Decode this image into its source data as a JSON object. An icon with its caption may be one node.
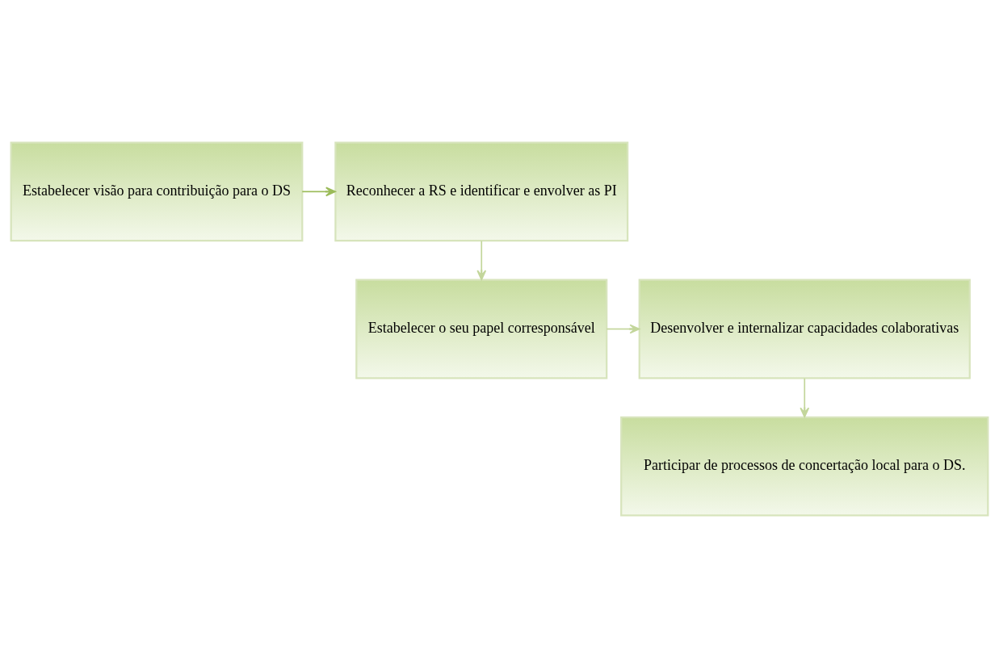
{
  "diagram": {
    "nodes": [
      {
        "text": [
          "Estabelecer visão para contribuição para o DS"
        ]
      },
      {
        "text": [
          "Reconhecer a RS e identificar e envolver as PI"
        ]
      },
      {
        "text": [
          "Estabelecer o seu papel corresponsável"
        ]
      },
      {
        "text": [
          "Desenvolver e internalizar capacidades colaborativas"
        ]
      },
      {
        "text": [
          "Participar de processos de concertação local para o DS."
        ]
      }
    ],
    "edges": [
      {
        "from": 0,
        "to": 1,
        "arrow": "to",
        "color": "#9bbb59"
      },
      {
        "from": 1,
        "to": 2,
        "arrow": "to"
      },
      {
        "from": 2,
        "to": 3,
        "arrow": "to"
      },
      {
        "from": 3,
        "to": 4,
        "arrow": "to"
      }
    ]
  }
}
